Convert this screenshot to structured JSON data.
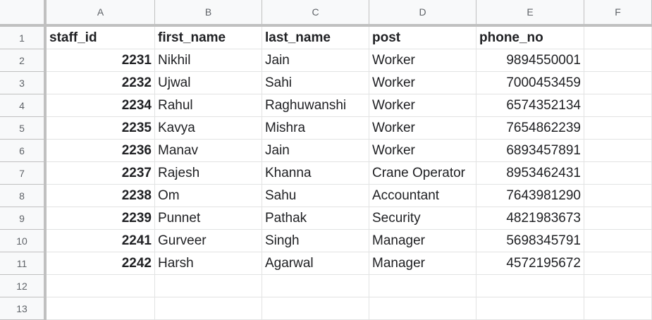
{
  "columns": [
    "A",
    "B",
    "C",
    "D",
    "E",
    "F"
  ],
  "row_numbers": [
    "1",
    "2",
    "3",
    "4",
    "5",
    "6",
    "7",
    "8",
    "9",
    "10",
    "11",
    "12",
    "13"
  ],
  "header": {
    "staff_id": "staff_id",
    "first_name": "first_name",
    "last_name": "last_name",
    "post": "post",
    "phone_no": "phone_no"
  },
  "rows": [
    {
      "staff_id": "2231",
      "first_name": "Nikhil",
      "last_name": "Jain",
      "post": "Worker",
      "phone_no": "9894550001"
    },
    {
      "staff_id": "2232",
      "first_name": "Ujwal",
      "last_name": "Sahi",
      "post": "Worker",
      "phone_no": "7000453459"
    },
    {
      "staff_id": "2234",
      "first_name": "Rahul",
      "last_name": "Raghuwanshi",
      "post": "Worker",
      "phone_no": "6574352134"
    },
    {
      "staff_id": "2235",
      "first_name": "Kavya",
      "last_name": "Mishra",
      "post": "Worker",
      "phone_no": "7654862239"
    },
    {
      "staff_id": "2236",
      "first_name": "Manav",
      "last_name": "Jain",
      "post": "Worker",
      "phone_no": "6893457891"
    },
    {
      "staff_id": "2237",
      "first_name": "Rajesh",
      "last_name": "Khanna",
      "post": "Crane Operator",
      "phone_no": "8953462431"
    },
    {
      "staff_id": "2238",
      "first_name": "Om",
      "last_name": "Sahu",
      "post": "Accountant",
      "phone_no": "7643981290"
    },
    {
      "staff_id": "2239",
      "first_name": "Punnet",
      "last_name": "Pathak",
      "post": "Security",
      "phone_no": "4821983673"
    },
    {
      "staff_id": "2241",
      "first_name": "Gurveer",
      "last_name": "Singh",
      "post": "Manager",
      "phone_no": "5698345791"
    },
    {
      "staff_id": "2242",
      "first_name": "Harsh",
      "last_name": "Agarwal",
      "post": "Manager",
      "phone_no": "4572195672"
    }
  ]
}
